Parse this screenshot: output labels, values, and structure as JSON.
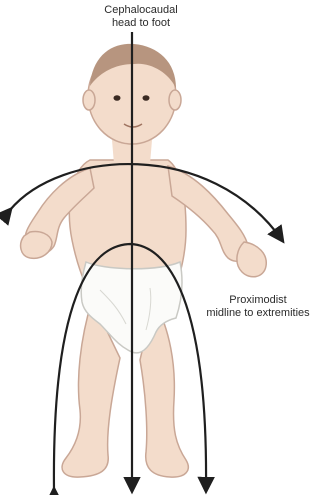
{
  "labels": {
    "cephalocaudal": {
      "line1": "Cephalocaudal",
      "line2": "head to foot"
    },
    "proximodistal": {
      "line1": "Proximodist",
      "line2": "midline to extremities"
    }
  },
  "colors": {
    "skin": "#f3dccb",
    "skin_outline": "#c9a796",
    "hair": "#b7957f",
    "diaper": "#fbfbf9",
    "arrow": "#1f1f1f",
    "text": "#2b2b2b"
  }
}
